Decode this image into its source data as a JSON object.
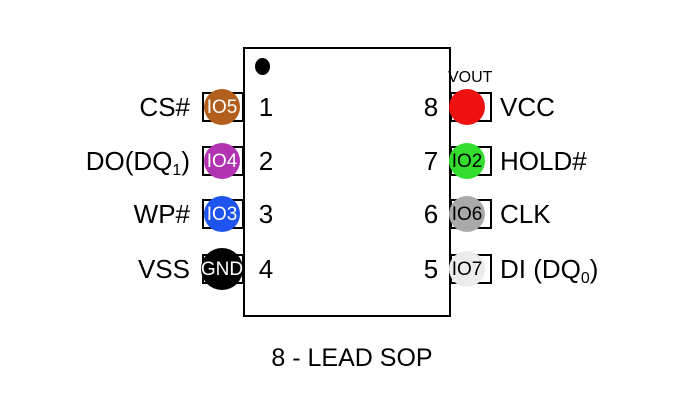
{
  "diagram": {
    "caption": "8 - LEAD SOP",
    "vout_label": "VOUT",
    "colors": {
      "chip_border": "#000000",
      "pad_io5": "#B25E1C",
      "pad_io4": "#B233B2",
      "pad_io3": "#1E53EE",
      "pad_gnd": "#000000",
      "pad_vcc": "#ED1111",
      "pad_io2": "#33DD2E",
      "pad_io6": "#A9A9A9",
      "pad_io7": "#ECECEC"
    }
  },
  "pins": {
    "left": [
      {
        "number": "1",
        "label_pre": "CS#",
        "label_sub": "",
        "label_post": "",
        "pad_text": "IO5",
        "pad_color": "#B25E1C",
        "pad_text_color": "#FFFFFF"
      },
      {
        "number": "2",
        "label_pre": "DO(DQ",
        "label_sub": "1",
        "label_post": ")",
        "pad_text": "IO4",
        "pad_color": "#B233B2",
        "pad_text_color": "#FFFFFF"
      },
      {
        "number": "3",
        "label_pre": "WP#",
        "label_sub": "",
        "label_post": "",
        "pad_text": "IO3",
        "pad_color": "#1E53EE",
        "pad_text_color": "#FFFFFF"
      },
      {
        "number": "4",
        "label_pre": "VSS",
        "label_sub": "",
        "label_post": "",
        "pad_text": "GND",
        "pad_color": "#000000",
        "pad_text_color": "#FFFFFF"
      }
    ],
    "right": [
      {
        "number": "8",
        "label_pre": "VCC",
        "label_sub": "",
        "label_post": "",
        "pad_text": "",
        "pad_color": "#ED1111",
        "pad_text_color": "#000000",
        "top_label": "VOUT"
      },
      {
        "number": "7",
        "label_pre": "HOLD#",
        "label_sub": "",
        "label_post": "",
        "pad_text": "IO2",
        "pad_color": "#33DD2E",
        "pad_text_color": "#000000"
      },
      {
        "number": "6",
        "label_pre": "CLK",
        "label_sub": "",
        "label_post": "",
        "pad_text": "IO6",
        "pad_color": "#A9A9A9",
        "pad_text_color": "#000000"
      },
      {
        "number": "5",
        "label_pre": "DI (DQ",
        "label_sub": "0",
        "label_post": ")",
        "pad_text": "IO7",
        "pad_color": "#ECECEC",
        "pad_text_color": "#000000"
      }
    ]
  }
}
